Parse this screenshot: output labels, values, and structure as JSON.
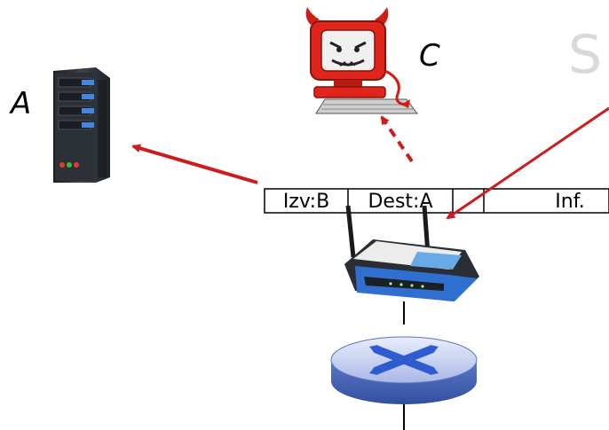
{
  "labels": {
    "host_a": "A",
    "host_c": "C",
    "watermark": "S"
  },
  "packet": {
    "source": "Izv:B",
    "destination": "Dest:A",
    "empty": "",
    "payload": "Inf."
  },
  "colors": {
    "arrow": "#cc1c1c",
    "router_blue": "#2f6fd0",
    "devil_red": "#e0261c",
    "server_dark": "#2b2f36"
  },
  "icons": {
    "host_a": "server-icon",
    "host_c": "devil-computer-icon",
    "access_point": "wireless-router-icon",
    "router": "router-icon"
  }
}
